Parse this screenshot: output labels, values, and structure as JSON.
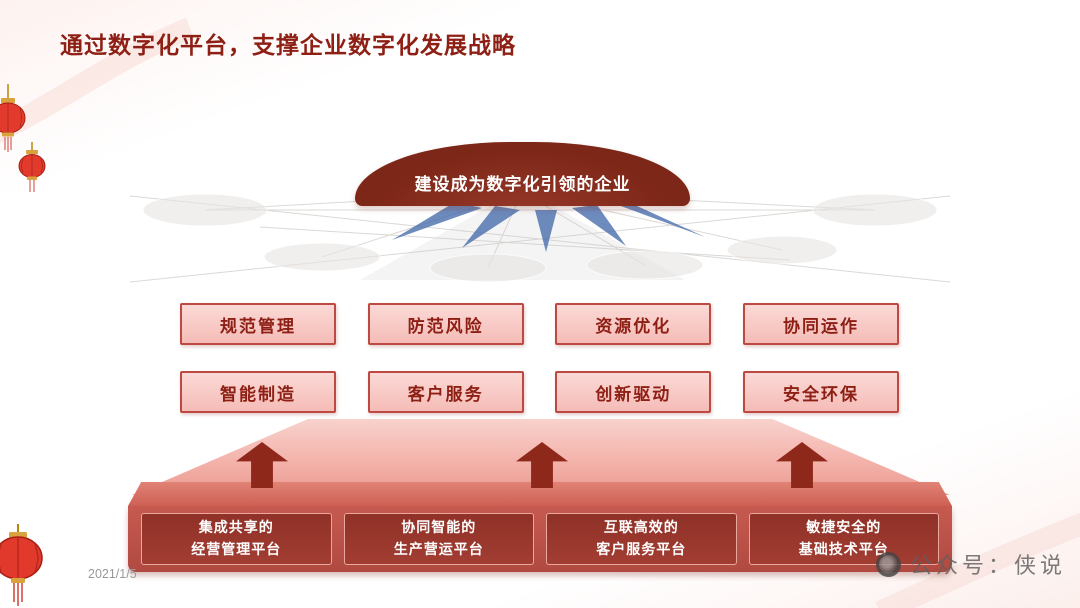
{
  "slide": {
    "title": "通过数字化平台，支撑企业数字化发展战略"
  },
  "vision": {
    "label": "建设成为数字化引领的企业"
  },
  "capabilities": {
    "row1": [
      {
        "label": "规范管理"
      },
      {
        "label": "防范风险"
      },
      {
        "label": "资源优化"
      },
      {
        "label": "协同运作"
      }
    ],
    "row2": [
      {
        "label": "智能制造"
      },
      {
        "label": "客户服务"
      },
      {
        "label": "创新驱动"
      },
      {
        "label": "安全环保"
      }
    ]
  },
  "platforms": [
    {
      "line1": "集成共享的",
      "line2": "经营管理平台"
    },
    {
      "line1": "协同智能的",
      "line2": "生产营运平台"
    },
    {
      "line1": "互联高效的",
      "line2": "客户服务平台"
    },
    {
      "line1": "敏捷安全的",
      "line2": "基础技术平台"
    }
  ],
  "footer": {
    "date": "2021/1/5",
    "watermark_text": "公众号：侠说"
  },
  "icons": {
    "lantern": "lantern-icon",
    "watermark_logo": "aperture-logo-icon",
    "up_arrow": "up-arrow",
    "beam_arrows": "blue-beam-arrows"
  },
  "colors": {
    "title_text": "#8e1f14",
    "vision_dome": "#7d2718",
    "capability_fill": "#f8cdc9",
    "capability_border": "#bc4a42",
    "capability_text": "#8e1f14",
    "block_arrow": "#8e281a",
    "trapezoid": "#f3b3ab",
    "platform_front": "#c05a4f",
    "platform_top": "#d86c5f",
    "platform_box": "#96352a",
    "platform_box_border": "#eaa79e",
    "beam_blue": "#4a6fae",
    "watermark_gray": "#5f5f5f"
  }
}
